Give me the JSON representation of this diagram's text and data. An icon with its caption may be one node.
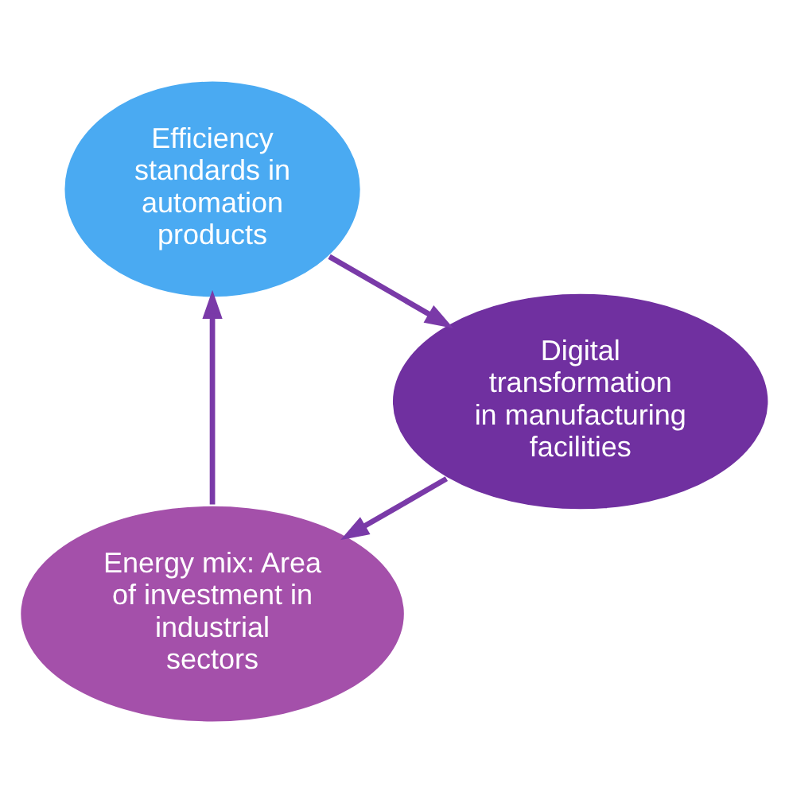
{
  "diagram": {
    "nodes": [
      {
        "text": [
          "Energy mix: Area of investment in industrial sectors"
        ]
      },
      {
        "text": [
          "Efficiency standards in automation products"
        ]
      },
      {
        "text": [
          "Digital transformation in manufacturing facilities"
        ]
      }
    ],
    "edges": [
      {
        "from": 0,
        "to": 1,
        "arrow": "to"
      },
      {
        "from": 1,
        "to": 2,
        "arrow": "to"
      },
      {
        "from": 2,
        "to": 0,
        "arrow": "to"
      }
    ]
  }
}
